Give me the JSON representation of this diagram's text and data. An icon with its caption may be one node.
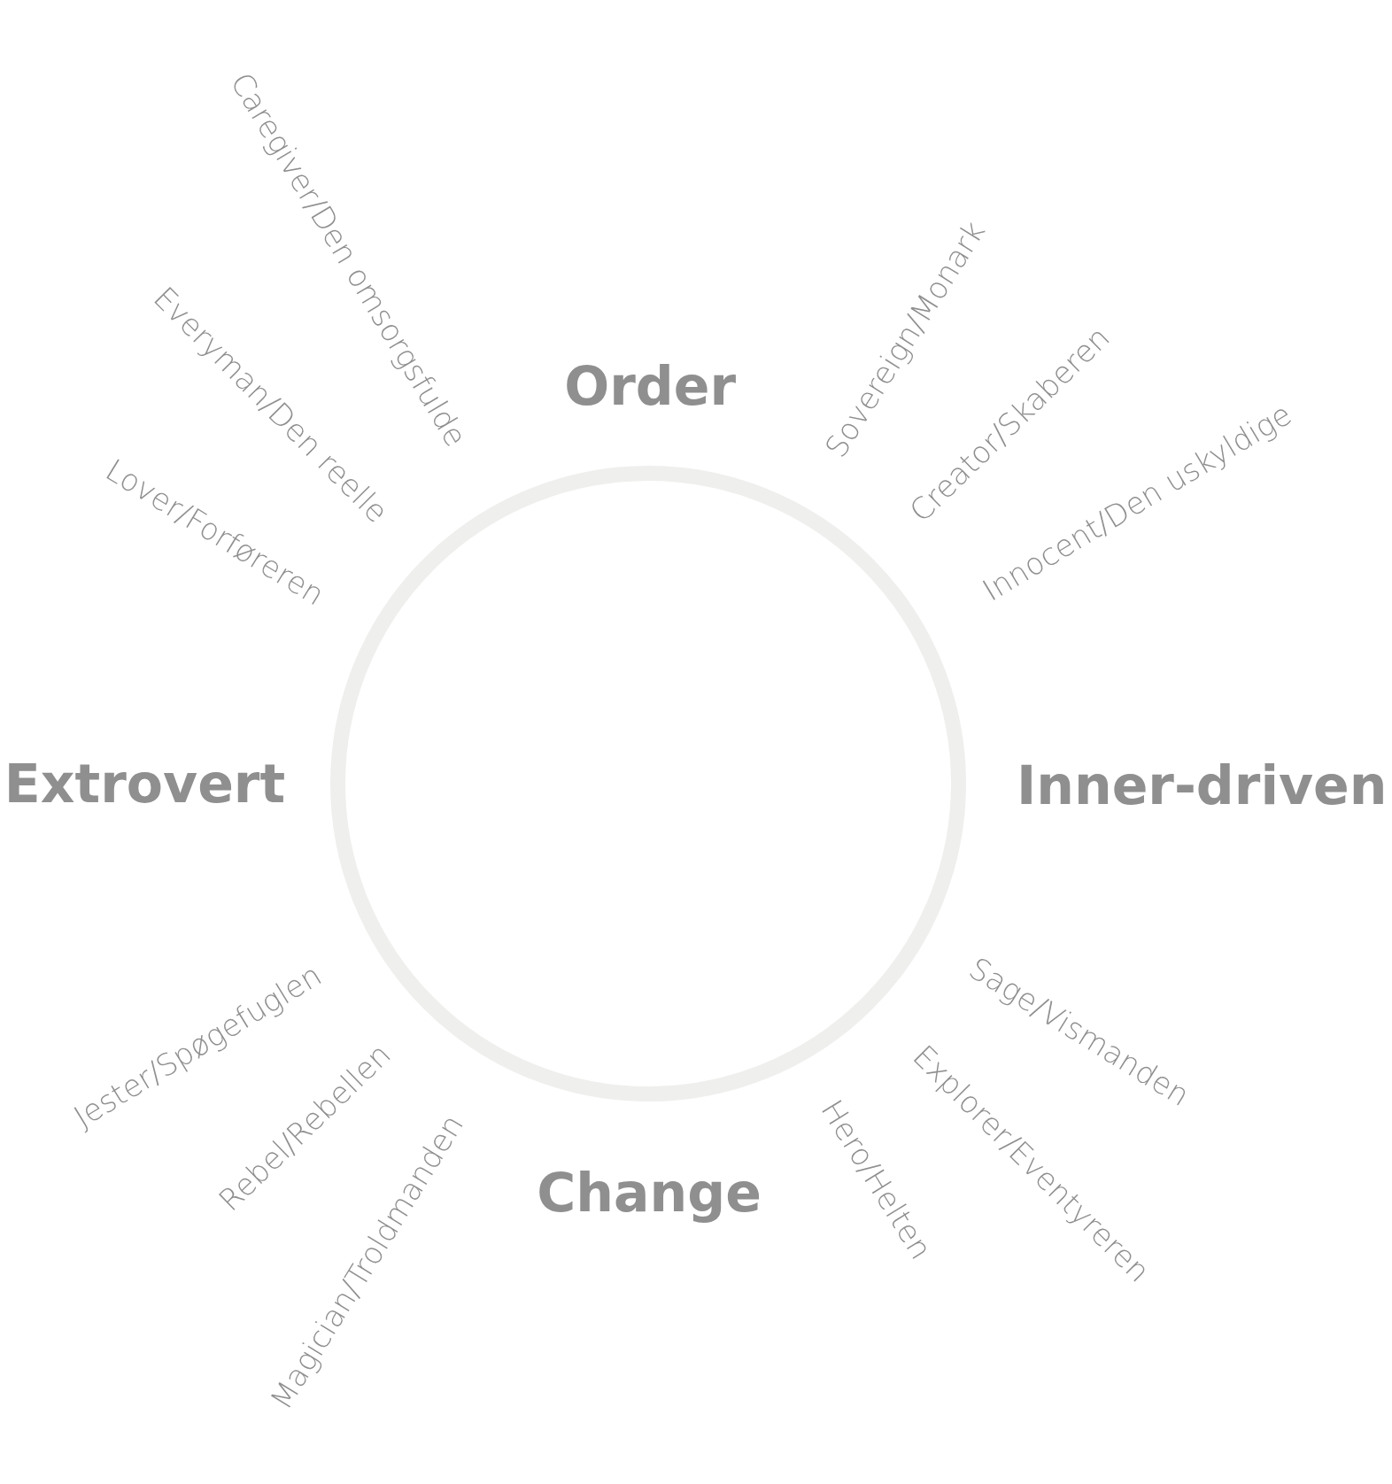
{
  "diagram": {
    "nodes": [
      {
        "text": [],
        "shape": "circle"
      }
    ],
    "labels": [
      "Caregiver/Den omsorgsfulde",
      "Sovereign/Monark",
      "Order",
      "Everyman/Den reelle",
      "Creator/Skaberen",
      "Innocent/Den uskyldige",
      "Lover/Forføreren",
      "Extrovert",
      "Inner-driven",
      "Sage/Vismanden",
      "Jester/Spøgefuglen",
      "Rebel/Rebellen",
      "Explorer/Eventyreren",
      "Hero/Helten",
      "Change",
      "Magician/Troldmanden"
    ]
  }
}
